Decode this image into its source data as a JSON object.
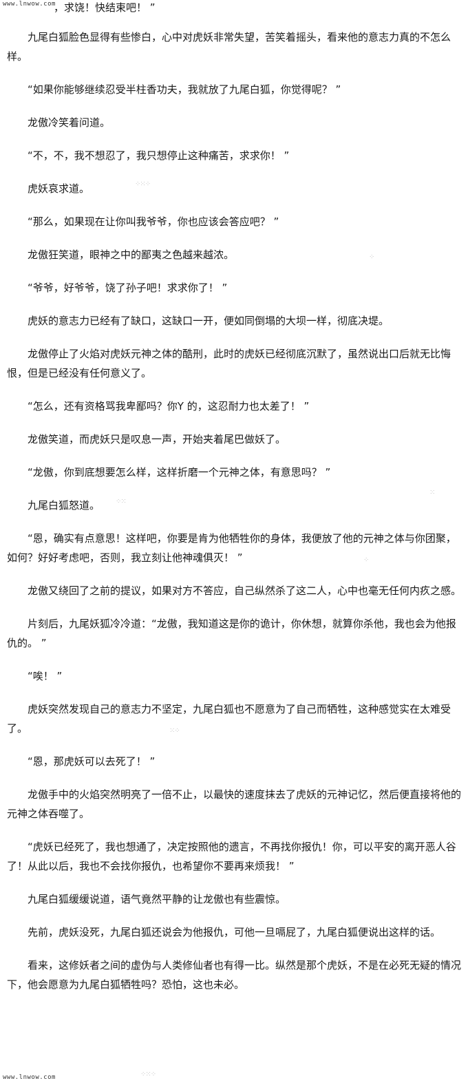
{
  "watermark": {
    "top": "www.lnwow.com",
    "bottom": "www.lnwow.com"
  },
  "top_line": "，求饶！快结束吧！ ”",
  "paragraphs": [
    "九尾白狐脸色显得有些惨白，心中对虎妖非常失望，苦笑着摇头，看来他的意志力真的不怎么样。",
    "“如果你能够继续忍受半柱香功夫，我就放了九尾白狐，你觉得呢？ ”",
    "龙傲冷笑着问道。",
    "“不，不，我不想忍了，我只想停止这种痛苦，求求你！ ”",
    "虎妖哀求道。",
    "“那么，如果现在让你叫我爷爷，你也应该会答应吧？ ”",
    "龙傲狂笑道，眼神之中的鄙夷之色越来越浓。",
    "“爷爷，好爷爷，饶了孙子吧！求求你了！ ”",
    "虎妖的意志力已经有了缺口，这缺口一开，便如同倒塌的大坝一样，彻底决堤。",
    "龙傲停止了火焰对虎妖元神之体的酷刑，此时的虎妖已经彻底沉默了，虽然说出口后就无比悔恨，但是已经没有任何意义了。",
    "“怎么，还有资格骂我卑鄙吗？你Y 的，这忍耐力也太差了！ ”",
    "龙傲笑道，而虎妖只是叹息一声，开始夹着尾巴做妖了。",
    "“龙傲，你到底想要怎么样，这样折磨一个元神之体，有意思吗？ ”",
    "九尾白狐怒道。",
    "“恩，确实有点意思！这样吧，你要是肯为他牺牲你的身体，我便放了他的元神之体与你团聚，如何？好好考虑吧，否则，我立刻让他神魂俱灭！ ”",
    "龙傲又绕回了之前的提议，如果对方不答应，自己纵然杀了这二人，心中也毫无任何内疚之感。",
    "片刻后，九尾妖狐冷冷道：“龙傲，我知道这是你的诡计，你休想，就算你杀他，我也会为他报仇的。 ”",
    "“唉！ ”",
    "虎妖突然发现自己的意志力不坚定，九尾白狐也不愿意为了自己而牺牲，这种感觉实在太难受了。",
    "“恩，那虎妖可以去死了！ ”",
    "龙傲手中的火焰突然明亮了一倍不止，以最快的速度抹去了虎妖的元神记忆，然后便直接将他的元神之体吞噬了。",
    "“虎妖已经死了，我也想通了，决定按照他的遗言，不再找你报仇！你，可以平安的离开恶人谷了！从此以后，我也不会找你报仇，也希望你不要再来烦我！ ”",
    "九尾白狐缓缓说道，语气竟然平静的让龙傲也有些震惊。",
    "先前，虎妖没死，九尾白狐还说会为他报仇，可他一旦嗝屁了，九尾白狐便说出这样的话。",
    "看来，这修妖者之间的虚伪与人类修仙者也有得一比。纵然是那个虎妖，不是在必死无疑的情况下，他会愿意为九尾白狐牺牲吗？恐怕，这也未必。"
  ]
}
